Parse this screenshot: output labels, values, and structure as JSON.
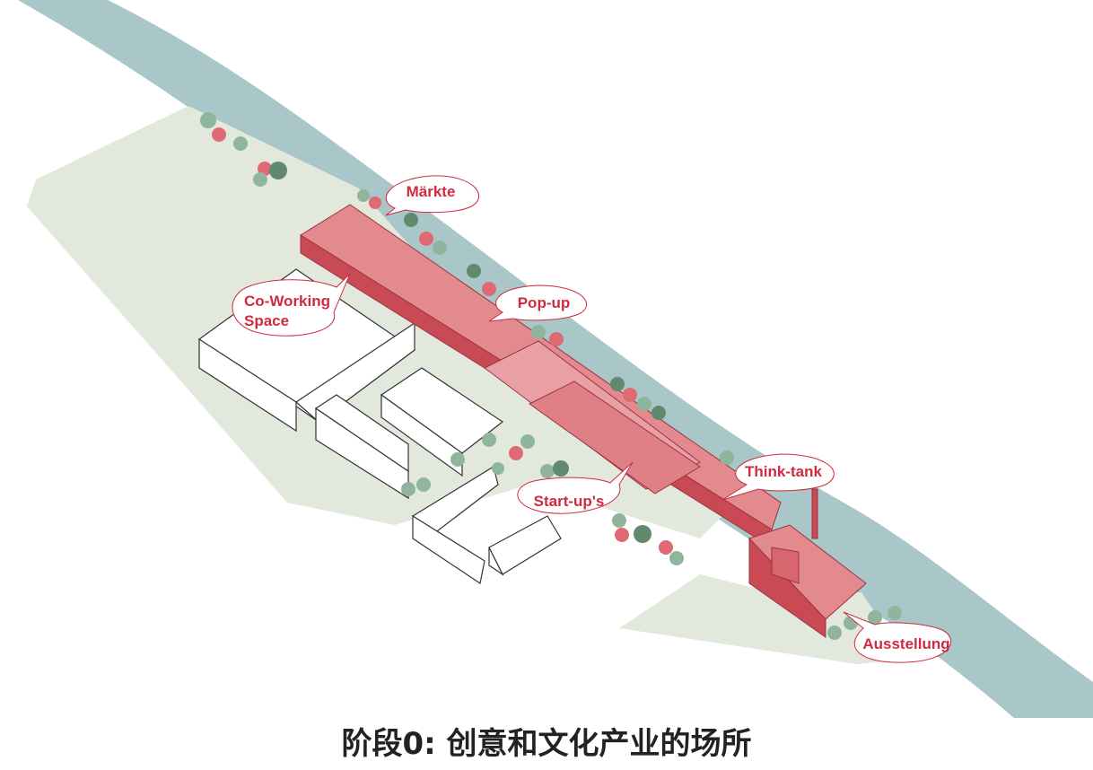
{
  "labels": {
    "maerkte": "Märkte",
    "coworking_line1": "Co-Working",
    "coworking_line2": "Space",
    "popup": "Pop-up",
    "startups": "Start-up's",
    "thinktank": "Think-tank",
    "ausstellung": "Ausstellung"
  },
  "caption": "阶段0: 创意和文化产业的场所",
  "colors": {
    "river": "#a9c6c8",
    "ground": "#e3e8dd",
    "building_red": "#e38a8f",
    "building_red_dark": "#c94a55",
    "label_red": "#cf2b3e",
    "tree_green": "#8fb59c",
    "tree_dark": "#5f8a6d",
    "tree_red": "#e06a74"
  }
}
